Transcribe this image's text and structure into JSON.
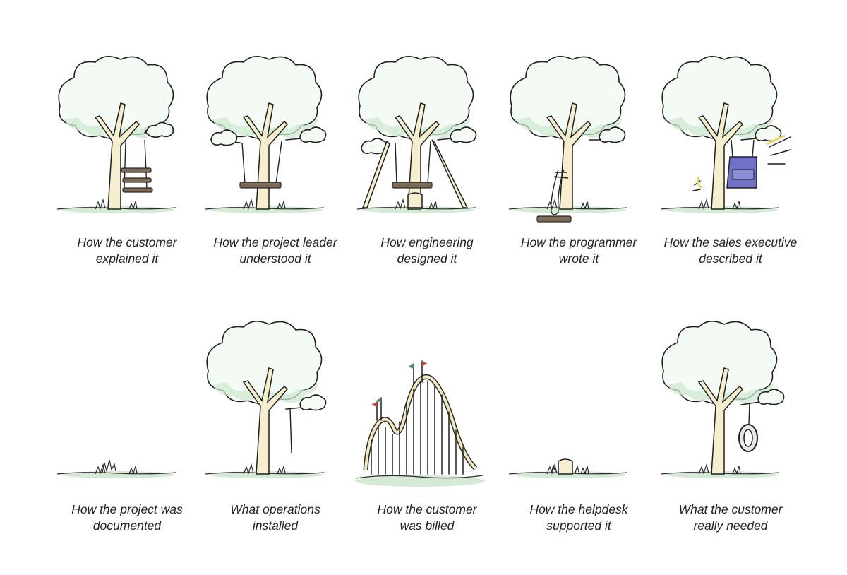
{
  "panels": [
    {
      "id": "customer-explained",
      "caption": [
        "How the customer",
        "explained it"
      ]
    },
    {
      "id": "project-leader",
      "caption": [
        "How the project leader",
        "understood it"
      ]
    },
    {
      "id": "engineering",
      "caption": [
        "How engineering",
        "designed it"
      ]
    },
    {
      "id": "programmer",
      "caption": [
        "How the programmer",
        "wrote it"
      ]
    },
    {
      "id": "sales-executive",
      "caption": [
        "How the sales executive",
        "described it"
      ]
    },
    {
      "id": "documented",
      "caption": [
        "How the project was",
        "documented"
      ]
    },
    {
      "id": "operations",
      "caption": [
        "What operations",
        "installed"
      ]
    },
    {
      "id": "billed",
      "caption": [
        "How the customer",
        "was billed"
      ]
    },
    {
      "id": "helpdesk",
      "caption": [
        "How the helpdesk",
        "supported it"
      ]
    },
    {
      "id": "really-needed",
      "caption": [
        "What the customer",
        "really needed"
      ]
    }
  ],
  "colors": {
    "canopy": "#f4faf4",
    "canopy_shade": "#cfe8d1",
    "trunk": "#f6efcf",
    "grass": "#cfe8cf",
    "wood": "#7d6a55",
    "armchair": "#6f72c8",
    "flag_red": "#c0443a",
    "flag_green": "#4f8a5a"
  }
}
